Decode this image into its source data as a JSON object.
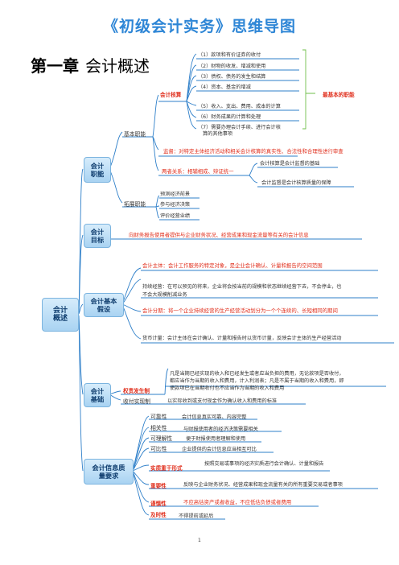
{
  "title": "《初级会计实务》思维导图",
  "chapter": {
    "num": "第一章",
    "name": "会计概述"
  },
  "root": "会计概述",
  "func": {
    "label": "会计职能",
    "basic": "基本职能",
    "accounting": "会计核算",
    "items": [
      "（1）款项和有价证券的收付",
      "（2）财物的收发、增减和使用",
      "（3）债权、债务的发生和结算",
      "（4）资本、基金的增减",
      "（5）收入、支出、费用、成本的计算",
      "（6）财务成果的计算和处理",
      "（7）需要办理会计手续、进行会计核",
      "算的其他事项"
    ],
    "most_basic": "最基本的职能",
    "supervision": "监督：对特定主体经济活动和相关会计核算的真实性、合法性和合理性进行审查",
    "relation": "两者关系：相辅相成、辩证统一",
    "rel_items": [
      "会计核算是会计监督的基础",
      "会计监督是会计核算质量的保障"
    ],
    "extended": "拓展职能",
    "ext_items": [
      "预测经济前景",
      "参与经济决策",
      "评价经营业绩"
    ]
  },
  "goal": {
    "label": "会计目标",
    "text": "向财务报告使用者提供与企业财务状况、经营成果和现金流量等有关的会计信息"
  },
  "assumptions": {
    "label": "会计基本假设",
    "entity": "会计主体：会计工作服务的特定对象，是企业会计确认、计量和报告的空间范围",
    "going_concern": [
      "持续经营：在可以预见的将来，企业将会按当前的规模和状态继续经营下去，不会停业，也",
      "不会大规模削减业务"
    ],
    "period": "会计分期：将一个企业持续经营的生产经营活动划分为一个个连续的、长短相同的期间",
    "currency": "货币计量：会计主体在会计确认、计量和报告时以货币计量，反映会计主体的生产经营活动"
  },
  "basis": {
    "label": "会计基础",
    "accrual": "权责发生制",
    "accrual_text": [
      "凡是当期已经实现的收入和已经发生或者应当负担的费用，无论款项是否收付，",
      "都应当作为当期的收入和费用，计入利润表；凡是不属于当期的收入和费用，即",
      "使款项已在当期收付也不应当作为当期的收入和费用"
    ],
    "cash": "收付实现制",
    "cash_text": "以实际收到或支付现金作为确认收入和费用的标准"
  },
  "quality": {
    "label": "会计信息质量要求",
    "items": [
      {
        "name": "可靠性",
        "desc": "会计信息真实可靠、内容完整"
      },
      {
        "name": "相关性",
        "desc": "与财报使用者的经济决策需要相关"
      },
      {
        "name": "可理解性",
        "desc": "便于财报使用者理解和使用"
      },
      {
        "name": "可比性",
        "desc": "企业提供的会计信息应当相互可比"
      },
      {
        "name": "实质重于形式",
        "desc": "按照交易或事项的经济实质进行会计确认、计量和报告"
      },
      {
        "name": "重要性",
        "desc": "反映与企业财务状况、经营成果和现金流量有关的所有重要交易或者事项"
      },
      {
        "name": "谨慎性",
        "desc": "不应高估资产或者收益，不应低估负债或者费用"
      },
      {
        "name": "及时性",
        "desc": "不得提前或延后"
      }
    ]
  },
  "page": "1",
  "colors": {
    "title": "#2e86d6",
    "line": "#2e7fc9",
    "red": "#e0301e",
    "green": "#6fbf4a"
  }
}
